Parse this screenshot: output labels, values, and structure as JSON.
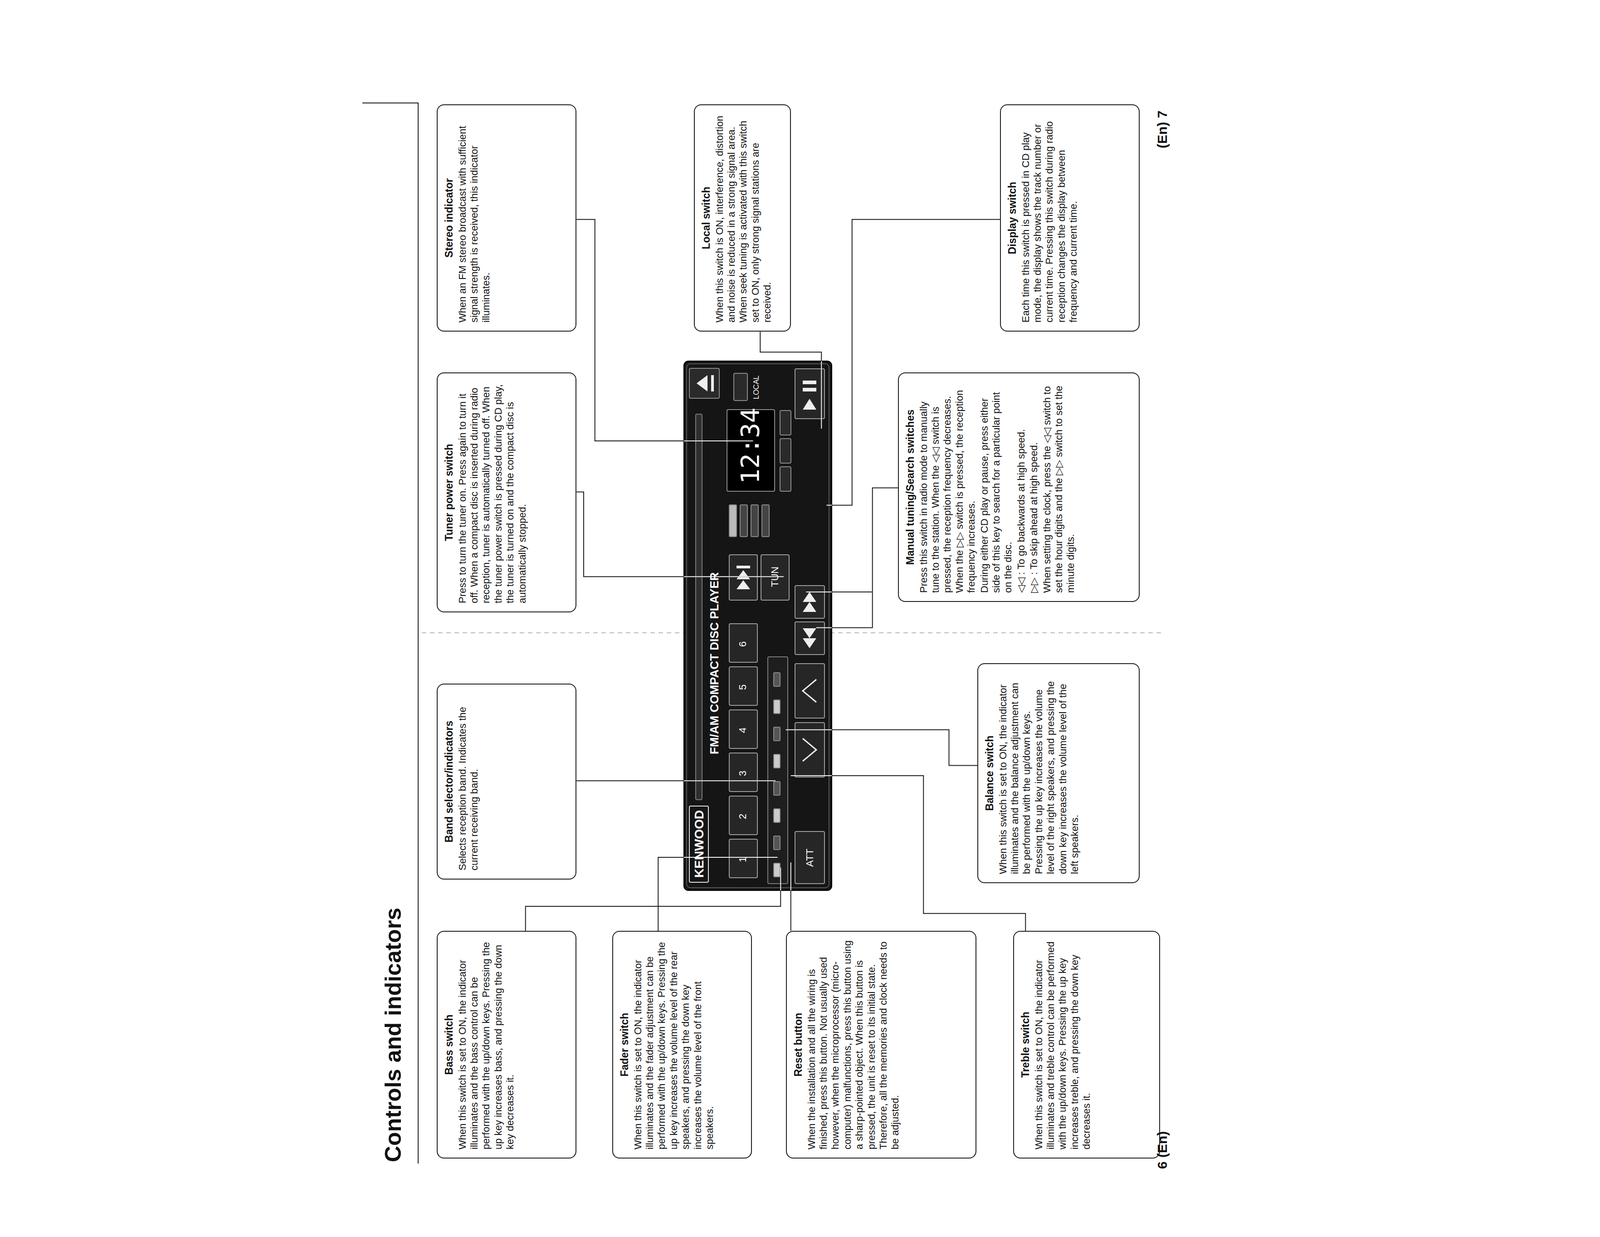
{
  "diagram": {
    "title": "Controls and indicators",
    "nodes": [
      {
        "text": [
          "Bass switch",
          "When this switch is set to ON, the indicator illuminates and the bass control can be performed with the up/down keys. Pressing the up key increases bass, and pressing the down key decreases it."
        ]
      },
      {
        "text": [
          "Band selector/indicators",
          "Selects reception band. Indicates the current receiving band."
        ]
      },
      {
        "text": [
          "Tuner power switch",
          "Press to turn the tuner on. Press again to turn it off. When a compact disc is inserted during radio reception, tuner is automatically turned off. When the tuner power switch is pressed during CD play, the tuner is turned on and the compact disc is automatically stopped."
        ]
      },
      {
        "text": [
          "Stereo indicator",
          "When an FM stereo broadcast with sufficient signal strength is received, this indicator illuminates."
        ]
      },
      {
        "text": [
          "Fader switch",
          "When this switch is set to ON, the indicator illuminates and the fader adjustment can be performed with the up/down keys. Pressing the up key increases the volume level of the rear speakers, and pressing the down key increases the volume level of the front speakers."
        ]
      },
      {
        "text": [
          "Local switch",
          "When this switch is ON, interference, distortion and noise is reduced in a strong signal area. When seek tuning is activated with this switch set to ON, only strong signal stations are received."
        ]
      },
      {
        "text": [
          "Reset button",
          "When the installation and all the wiring is finished, press this button. Not usually used however, when the microprocessor (micro-computer) malfunctions, press this button using a sharp-pointed object. When this button is pressed, the unit is reset to its initial state. Therefore, all the memories and clock needs to be adjusted."
        ]
      },
      {
        "text": [
          "Manual tuning/Search switches",
          "Press this switch in radio mode to manually tune to the station. When the ◁◁ switch is pressed, the reception frequency decreases. When the ▷▷ switch is pressed, the reception frequency increases.",
          "During either CD play or pause, press either side of this key to search for a particular point on the disc.",
          "◁◁ : To go backwards at high speed.",
          "▷▷ : To skip ahead at high speed.",
          "When setting the clock, press the ◁◁ switch to set the hour digits and the ▷▷ switch to set the minute digits."
        ]
      },
      {
        "text": [
          "Balance switch",
          "When this switch is set to ON, the indicator illuminates and the balance adjustment can be performed with the up/down keys. Pressing the up key increases the volume level of the right speakers, and pressing the down key increases the volume level of the left speakers."
        ]
      },
      {
        "text": [
          "Treble switch",
          "When this switch is set to ON, the indicator illuminates and treble control can be performed with the up/down keys. Pressing the up key increases treble, and pressing the down key decreases it."
        ]
      },
      {
        "text": [
          "Display switch",
          "Each time this switch is pressed in CD play mode, the display shows the track number or current time. Pressing this switch during radio reception changes the display between frequency and current time."
        ]
      }
    ],
    "labels": [
      "KENWOOD",
      "FM/AM COMPACT DISC PLAYER",
      "1",
      "2",
      "3",
      "4",
      "5",
      "6",
      "TUN",
      "12:34",
      "LOCAL",
      "ATT",
      "6 (En)",
      "(En) 7"
    ]
  }
}
